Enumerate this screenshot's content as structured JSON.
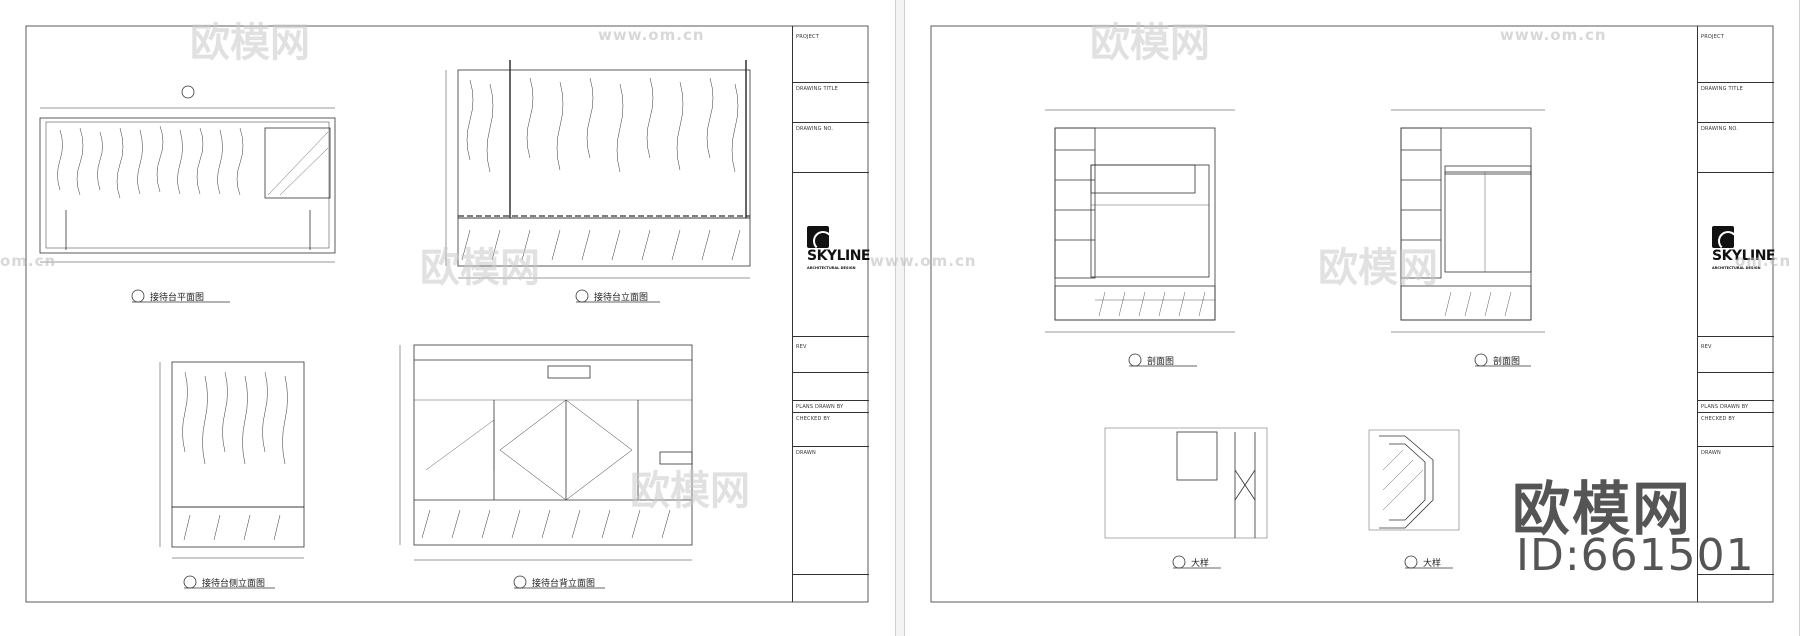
{
  "watermark": {
    "brand": "欧模网",
    "url": "www.om.cn",
    "url_short": "om.cn",
    "id": "ID:661501"
  },
  "title_block": {
    "project": "PROJECT",
    "drawing_title": "DRAWING TITLE",
    "drawing_no": "DRAWING NO.",
    "rev": "REV",
    "plans_drawn_by": "PLANS DRAWN BY",
    "checked_by": "CHECKED BY",
    "drawn": "DRAWN",
    "logo_brand": "SKYLINE",
    "logo_sub": "ARCHITECTURAL DESIGN"
  },
  "sheet_left": {
    "captions": {
      "plan": "接待台平面图",
      "elev_a": "接待台立面图",
      "side": "接待台侧立面图",
      "back": "接待台背立面图"
    }
  },
  "sheet_right": {
    "captions": {
      "sec1": "剖面图",
      "sec2": "剖面图",
      "det1": "大样",
      "det2": "大样"
    }
  },
  "colors": {
    "line": "#333333",
    "wm": "#c8c8c8",
    "paper": "#ffffff"
  }
}
